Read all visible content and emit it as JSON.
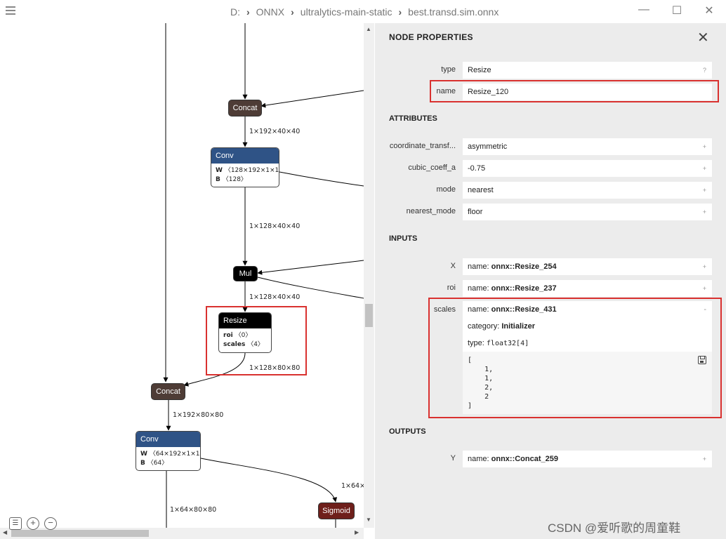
{
  "app": {
    "breadcrumb": [
      "D:",
      "ONNX",
      "ultralytics-main-static",
      "best.transd.sim.onnx"
    ],
    "window_controls": {
      "minimize": "—",
      "maximize": "☐",
      "close": "✕"
    }
  },
  "graph": {
    "nodes": {
      "concat_top": "Concat",
      "conv_top": {
        "title": "Conv",
        "w_name": "W",
        "w_shape": "〈128×192×1×1〉",
        "b_name": "B",
        "b_shape": "〈128〉"
      },
      "mul": "Mul",
      "resize": {
        "title": "Resize",
        "roi_name": "roi",
        "roi_val": "〈0〉",
        "scales_name": "scales",
        "scales_val": "〈4〉"
      },
      "concat_bottom": "Concat",
      "conv_bottom": {
        "title": "Conv",
        "w_name": "W",
        "w_shape": "〈64×192×1×1〉",
        "b_name": "B",
        "b_shape": "〈64〉"
      },
      "sigmoid": "Sigmoid"
    },
    "edge_labels": {
      "e1": "1×192×40×40",
      "e2": "1×128×40×40",
      "e3": "1×128×40×40",
      "e4": "1×128×80×80",
      "e5": "1×192×80×80",
      "e6": "1×64×80×80",
      "e7": "1×64×"
    },
    "zoom": {
      "fit": "☰",
      "zoom_in": "+",
      "zoom_out": "−"
    }
  },
  "panel": {
    "title": "NODE PROPERTIES",
    "close": "✕",
    "properties": [
      {
        "label": "type",
        "value": "Resize",
        "action": "?"
      },
      {
        "label": "name",
        "value": "Resize_120",
        "action": ""
      }
    ],
    "attributes_title": "ATTRIBUTES",
    "attributes": [
      {
        "label": "coordinate_transf...",
        "value": "asymmetric",
        "action": "+"
      },
      {
        "label": "cubic_coeff_a",
        "value": "-0.75",
        "action": "+"
      },
      {
        "label": "mode",
        "value": "nearest",
        "action": "+"
      },
      {
        "label": "nearest_mode",
        "value": "floor",
        "action": "+"
      }
    ],
    "inputs_title": "INPUTS",
    "inputs": [
      {
        "label": "X",
        "prefix": "name: ",
        "value": "onnx::Resize_254",
        "action": "+"
      },
      {
        "label": "roi",
        "prefix": "name: ",
        "value": "onnx::Resize_237",
        "action": "+"
      }
    ],
    "scales": {
      "label": "scales",
      "name_prefix": "name: ",
      "name": "onnx::Resize_431",
      "action": "-",
      "category_prefix": "category: ",
      "category": "Initializer",
      "type_prefix": "type: ",
      "type": "float32[4]",
      "tensor": "[\n    1,\n    1,\n    2,\n    2\n]"
    },
    "outputs_title": "OUTPUTS",
    "outputs": [
      {
        "label": "Y",
        "prefix": "name: ",
        "value": "onnx::Concat_259",
        "action": "+"
      }
    ]
  },
  "watermark": "CSDN @爱听歌的周童鞋",
  "colors": {
    "highlight": "#d9312f",
    "conv": "#2f5386",
    "concat": "#4e3c36",
    "sigmoid": "#6e1f1b"
  }
}
